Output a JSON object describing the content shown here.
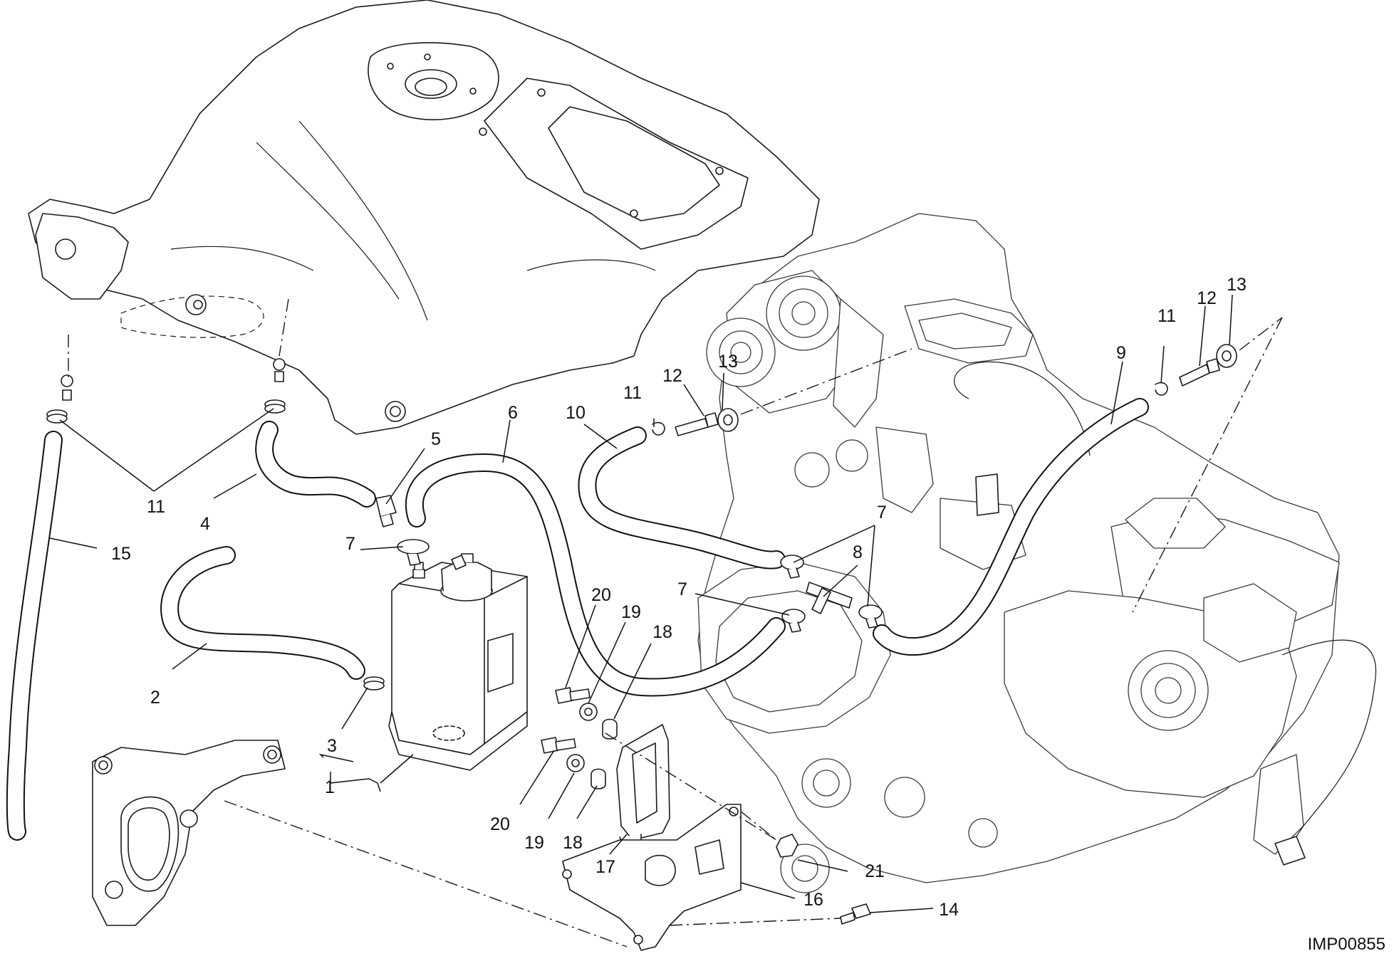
{
  "diagram": {
    "image_code": "IMP00855"
  },
  "callouts": [
    {
      "id": "c1",
      "text": "1"
    },
    {
      "id": "c2",
      "text": "2"
    },
    {
      "id": "c3",
      "text": "3"
    },
    {
      "id": "c4",
      "text": "4"
    },
    {
      "id": "c5",
      "text": "5"
    },
    {
      "id": "c6",
      "text": "6"
    },
    {
      "id": "c7a",
      "text": "7"
    },
    {
      "id": "c7b",
      "text": "7"
    },
    {
      "id": "c7c",
      "text": "7"
    },
    {
      "id": "c8",
      "text": "8"
    },
    {
      "id": "c9",
      "text": "9"
    },
    {
      "id": "c10",
      "text": "10"
    },
    {
      "id": "c11a",
      "text": "11"
    },
    {
      "id": "c11b",
      "text": "11"
    },
    {
      "id": "c11c",
      "text": "11"
    },
    {
      "id": "c12a",
      "text": "12"
    },
    {
      "id": "c12b",
      "text": "12"
    },
    {
      "id": "c13a",
      "text": "13"
    },
    {
      "id": "c13b",
      "text": "13"
    },
    {
      "id": "c14",
      "text": "14"
    },
    {
      "id": "c15",
      "text": "15"
    },
    {
      "id": "c16",
      "text": "16"
    },
    {
      "id": "c17",
      "text": "17"
    },
    {
      "id": "c18a",
      "text": "18"
    },
    {
      "id": "c18b",
      "text": "18"
    },
    {
      "id": "c19a",
      "text": "19"
    },
    {
      "id": "c19b",
      "text": "19"
    },
    {
      "id": "c20a",
      "text": "20"
    },
    {
      "id": "c20b",
      "text": "20"
    },
    {
      "id": "c21",
      "text": "21"
    }
  ]
}
